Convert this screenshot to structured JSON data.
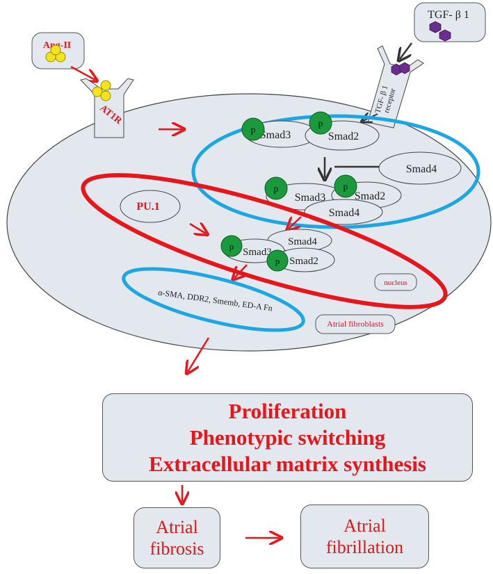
{
  "ligands": {
    "ang_ii": "Ang-II",
    "at1r": "AT1R",
    "tgf_b1": "TGF- β 1",
    "tgf_receptor_line1": "TGF- β 1",
    "tgf_receptor_line2": "receptor"
  },
  "phospho_label": "p",
  "smads": {
    "top_smad3": "Smad3",
    "top_smad2": "Smad2",
    "free_smad4": "Smad4",
    "complex_smad3": "Smad3",
    "complex_smad2": "Smad2",
    "complex_smad4": "Smad4",
    "nuc_smad4": "Smad4",
    "nuc_smad3": "Smad3",
    "nuc_smad2": "Smad2"
  },
  "pu1": "PU.1",
  "nucleus": "nucleus",
  "target_genes": "α-SMA, DDR2, Smemb, ED-A Fn",
  "cell_label": "Atrial fibroblasts",
  "outcomes": [
    "Proliferation",
    "Phenotypic switching",
    "Extracellular matrix synthesis"
  ],
  "final": {
    "fibrosis": [
      "Atrial",
      "fibrosis"
    ],
    "fibrillation": [
      "Atrial",
      "fibrillation"
    ]
  },
  "colors": {
    "red": "#e8151b",
    "blue": "#1aa7e4",
    "cell_fill": "#e3e8ef",
    "phospho_green": "#1a9a3c",
    "ang_yellow": "#f2e31a",
    "tgf_purple": "#6b2e8f"
  }
}
